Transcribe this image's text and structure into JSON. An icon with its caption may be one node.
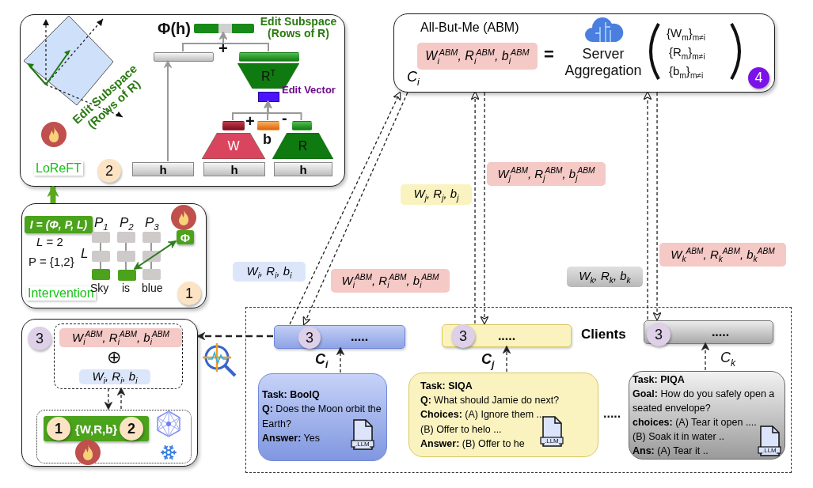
{
  "diagram": {
    "nodes": [
      {
        "text": [
          "LoReFT"
        ]
      },
      {
        "text": [
          "2"
        ],
        "in": 0
      },
      {
        "text": [
          "h"
        ],
        "in": 0
      },
      {
        "text": [
          "h"
        ],
        "in": 0
      },
      {
        "text": [
          "h"
        ],
        "in": 0
      },
      {
        "text": [
          "W"
        ],
        "in": 0
      },
      {
        "text": [
          "R"
        ],
        "in": 0
      },
      {
        "text": [],
        "shape": "bar",
        "in": 0
      },
      {
        "text": [],
        "shape": "bar",
        "in": 0,
        "beside": [
          "b"
        ]
      },
      {
        "text": [],
        "shape": "bar",
        "in": 0
      },
      {
        "text": [],
        "shape": "box",
        "in": 0,
        "beside": [
          "Edit Vector"
        ]
      },
      {
        "text": [
          "R$^{T}$"
        ],
        "in": 0
      },
      {
        "text": [],
        "shape": "bar",
        "in": 0
      },
      {
        "text": [],
        "shape": "bar",
        "in": 0
      },
      {
        "text": [],
        "shape": "bar",
        "in": 0,
        "beside": [
          "Φ(h)",
          "Edit Subspace (Rows of R)"
        ]
      },
      {
        "text": [
          "Intervention"
        ]
      },
      {
        "text": [
          "I = (Φ, P, L)"
        ],
        "in": 15
      },
      {
        "text": [
          "Φ"
        ],
        "in": 15
      },
      {
        "text": [],
        "shape": "box",
        "in": 15
      },
      {
        "text": [
          "1"
        ],
        "in": 15
      },
      {
        "text": [
          "All-But-Me (ABM)",
          "C$_{i}$"
        ]
      },
      {
        "text": [
          "W$_{i}$$^{ABM}$, R$_{i}$$^{ABM}$, b$_{i}$$^{ABM}$"
        ],
        "in": 20
      },
      {
        "text": [
          "4"
        ],
        "in": 20
      },
      {
        "text": [
          "Clients"
        ]
      },
      {
        "text": [
          "....."
        ],
        "in": 23,
        "beside": [
          "C$_{i}$"
        ]
      },
      {
        "text": [
          "3"
        ],
        "in": 24
      },
      {
        "text": [
          "....."
        ],
        "in": 23,
        "beside": [
          "C$_{j}$"
        ]
      },
      {
        "text": [
          "3"
        ],
        "in": 26
      },
      {
        "text": [
          "....."
        ],
        "in": 23,
        "beside": [
          "C$_{k}$"
        ]
      },
      {
        "text": [
          "3"
        ],
        "in": 28
      },
      {
        "text": [
          "Task: BoolQ",
          "**Q:** Does the Moon orbit the Earth?",
          "**Answer:** Yes"
        ],
        "in": 23
      },
      {
        "text": [
          "Task: SIQA",
          "**Q:** What should Jamie do next?",
          "**Choices:** (A) Ignore them ...",
          "(B) Offer to helo ...",
          "**Answer:** (B) Offer to he"
        ],
        "in": 23
      },
      {
        "text": [
          "Task: PIQA",
          "**Goal:** How do you safely open a seated envelope?",
          "**choices:** (A) Tear it open ....",
          "(B) Soak it in water ..",
          "**Ans:** (A) Tear it .."
        ],
        "in": 23
      },
      {
        "text": [],
        "shape": "box"
      },
      {
        "text": [
          "3"
        ],
        "in": 33
      },
      {
        "text": [],
        "shape": "box",
        "in": 33
      },
      {
        "text": [
          "W$_{i}$$^{ABM}$, R$_{i}$$^{ABM}$, b$_{i}$$^{ABM}$"
        ],
        "in": 35
      },
      {
        "text": [
          "W$_{i}$, R$_{i}$, b$_{i}$"
        ],
        "in": 35
      },
      {
        "text": [],
        "shape": "box",
        "in": 33
      },
      {
        "text": [
          "{W,R,b}"
        ],
        "in": 38
      },
      {
        "text": [
          "1"
        ],
        "in": 39
      },
      {
        "text": [
          "2"
        ],
        "in": 39
      },
      {
        "text": [
          "W$_{j}$$^{ABM}$, R$_{j}$$^{ABM}$, b$_{j}$$^{ABM}$"
        ]
      },
      {
        "text": [
          "W$_{j}$, R$_{j}$, b$_{j}$"
        ]
      },
      {
        "text": [
          "W$_{k}$$^{ABM}$, R$_{k}$$^{ABM}$, b$_{k}$$^{ABM}$"
        ]
      },
      {
        "text": [
          "W$_{i}$, R$_{i}$, b$_{i}$"
        ]
      },
      {
        "text": [
          "W$_{i}$$^{ABM}$, R$_{i}$$^{ABM}$, b$_{i}$$^{ABM}$"
        ]
      },
      {
        "text": [
          "W$_{k}$, R$_{k}$, b$_{k}$"
        ]
      }
    ],
    "edges": [
      {
        "from": 15,
        "to": 0,
        "arrow": "to",
        "style": "thick",
        "color": "#5aa81e"
      },
      {
        "from": 17,
        "to": 18,
        "arrow": "both",
        "color": "#2e7d1e"
      },
      {
        "from": 2,
        "to": 13,
        "arrow": "to",
        "color": "#999999"
      },
      {
        "from": 7,
        "to": 10,
        "arrow": "to",
        "color": "#999999"
      },
      {
        "from": 8,
        "to": 10,
        "arrow": "to",
        "color": "#999999"
      },
      {
        "from": 9,
        "to": 10,
        "arrow": "to",
        "color": "#999999"
      },
      {
        "from": 13,
        "to": 14,
        "arrow": "to",
        "color": "#999999"
      },
      {
        "from": 12,
        "to": 14,
        "arrow": "to",
        "color": "#999999"
      },
      {
        "from": 24,
        "to": 20,
        "arrow": "to",
        "style": "dashed"
      },
      {
        "from": 20,
        "to": 24,
        "arrow": "to",
        "style": "dashed"
      },
      {
        "from": 26,
        "to": 20,
        "arrow": "to",
        "style": "dashed"
      },
      {
        "from": 20,
        "to": 26,
        "arrow": "to",
        "style": "dashed"
      },
      {
        "from": 28,
        "to": 20,
        "arrow": "to",
        "style": "dashed"
      },
      {
        "from": 20,
        "to": 28,
        "arrow": "to",
        "style": "dashed"
      },
      {
        "from": 30,
        "to": 24,
        "arrow": "to",
        "style": "dashed"
      },
      {
        "from": 31,
        "to": 26,
        "arrow": "to",
        "style": "dashed"
      },
      {
        "from": 32,
        "to": 28,
        "arrow": "to",
        "style": "dashed"
      },
      {
        "from": 24,
        "to": 33,
        "arrow": "to",
        "style": "dashed"
      },
      {
        "from": 35,
        "to": 38,
        "arrow": "to",
        "style": "dashed"
      },
      {
        "from": 38,
        "to": 35,
        "arrow": "to",
        "style": "dashed"
      }
    ],
    "labels": [
      "Edit Subspace (Rows of R)",
      "+",
      "+",
      "-",
      "P$_{1}$",
      "P$_{2}$",
      "P$_{3}$",
      "*L* = 2",
      "L",
      "P = {1,2}",
      "Sky",
      "is",
      "blue",
      "=",
      "Server Aggregation",
      "{W$_{m}$}$_{m≠i}$",
      "{R$_{m}$}$_{m≠i}$",
      "{b$_{m}$}$_{m≠i}$",
      "⊕",
      ".....",
      ".LLM",
      ".LLM",
      ".LLM"
    ]
  }
}
